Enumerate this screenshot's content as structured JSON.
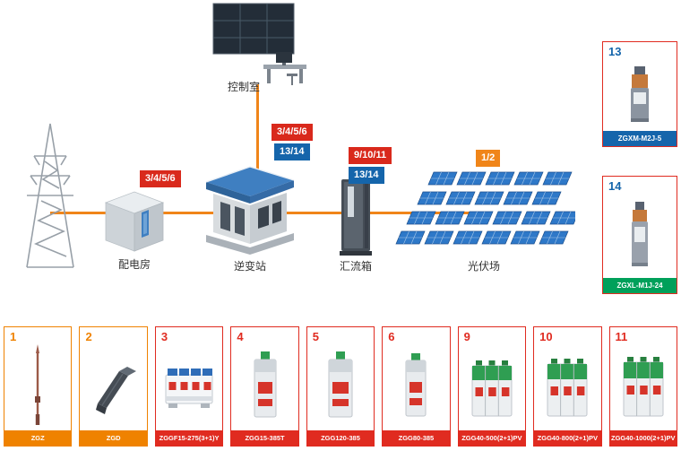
{
  "colors": {
    "badge_red": "#d9291c",
    "badge_blue": "#1565ab",
    "badge_orange": "#f08519",
    "line_orange": "#f08519",
    "card_red": "#e02b20",
    "card_orange": "#ef8200",
    "footer_blue": "#1565ab",
    "footer_green": "#00a05a"
  },
  "diagram": {
    "labels": {
      "control_room": "控制室",
      "distribution_room": "配电房",
      "inverter_station": "逆变站",
      "combiner_box": "汇流箱",
      "pv_field": "光伏场"
    },
    "badges": {
      "distribution_red": "3/4/5/6",
      "inverter_red": "3/4/5/6",
      "inverter_blue": "13/14",
      "combiner_red": "9/10/11",
      "combiner_blue": "13/14",
      "pv_orange": "1/2"
    }
  },
  "side_products": [
    {
      "number": "13",
      "model": "ZGXM-M2J-5"
    },
    {
      "number": "14",
      "model": "ZGXL-M1J-24"
    }
  ],
  "bottom_products": [
    {
      "number": "1",
      "model": "ZGZ"
    },
    {
      "number": "2",
      "model": "ZGD"
    },
    {
      "number": "3",
      "model": "ZGGF15-275(3+1)Y"
    },
    {
      "number": "4",
      "model": "ZGG15-385T"
    },
    {
      "number": "5",
      "model": "ZGG120-385"
    },
    {
      "number": "6",
      "model": "ZGG80-385"
    },
    {
      "number": "9",
      "model": "ZGG40-500(2+1)PV"
    },
    {
      "number": "10",
      "model": "ZGG40-800(2+1)PV"
    },
    {
      "number": "11",
      "model": "ZGG40-1000(2+1)PV"
    }
  ]
}
